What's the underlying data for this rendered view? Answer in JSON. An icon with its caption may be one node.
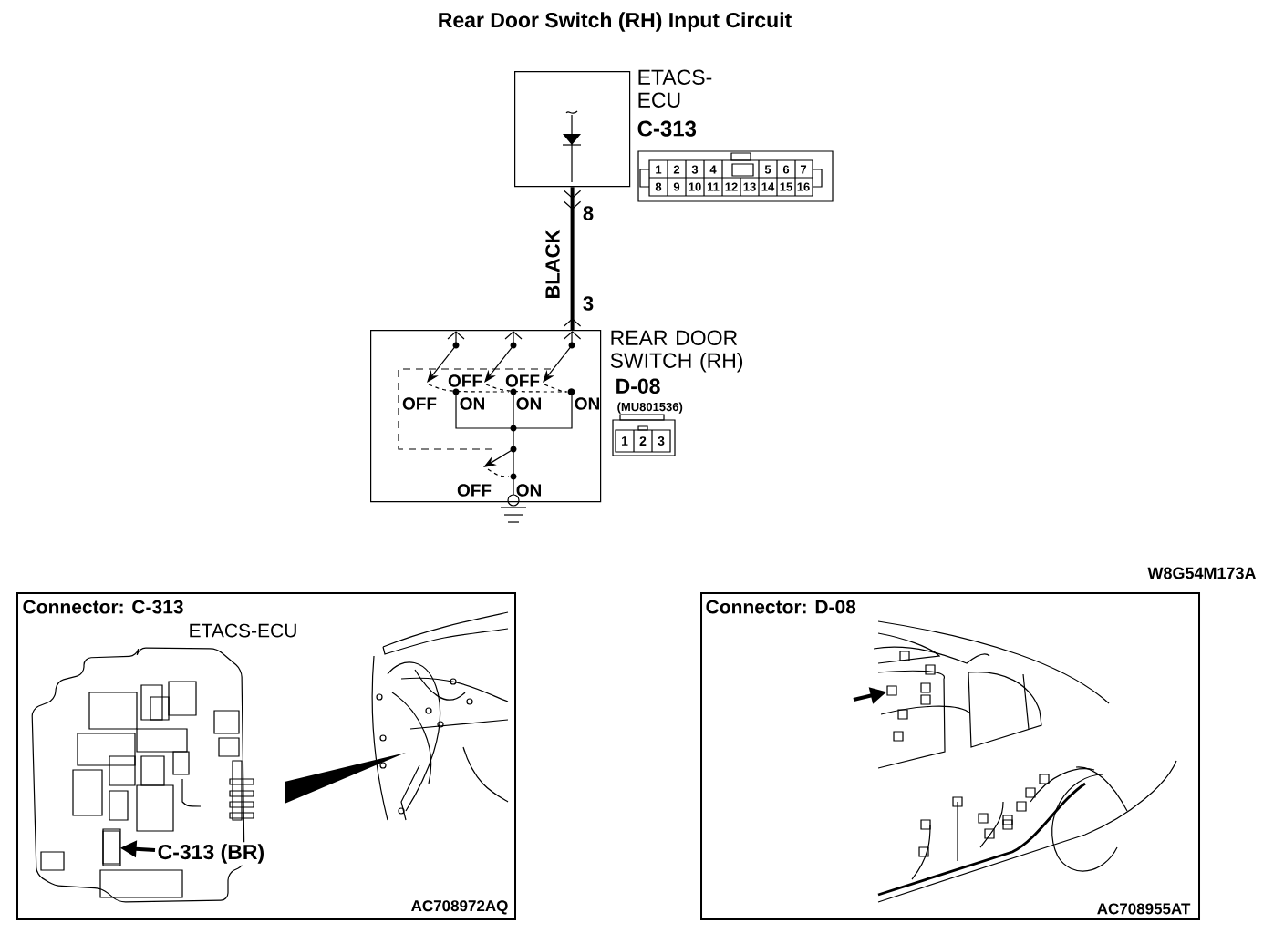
{
  "diagram": {
    "title": "Rear Door Switch (RH) Input Circuit",
    "nodes": [
      {
        "text": [
          "ETACS- ECU",
          "C-313"
        ]
      },
      {
        "text": [
          "REAR DOOR SWITCH (RH)",
          "D-08",
          "(MU801536)"
        ]
      },
      {
        "text": [
          "Connector: C-313",
          "ETACS-ECU",
          "AC708972AQ"
        ]
      },
      {
        "text": [
          "C-313 (BR)"
        ],
        "in": 2
      },
      {
        "text": [],
        "shape": "box",
        "in": 2
      },
      {
        "text": [
          "Connector: D-08",
          "AC708955AT"
        ]
      },
      {
        "text": [],
        "shape": "box",
        "in": 5
      }
    ],
    "edges": [
      {
        "from": 0,
        "to": 1,
        "arrow": "other",
        "label": "BLACK"
      },
      {
        "from": 3,
        "to": 4,
        "arrow": "to"
      },
      {
        "from": null,
        "to": 6,
        "arrow": "to"
      }
    ],
    "labels": [
      "1",
      "2",
      "3",
      "4",
      "5",
      "6",
      "7",
      "8",
      "9",
      "10",
      "11",
      "12",
      "13",
      "14",
      "15",
      "16",
      "8",
      "3",
      "OFF",
      "OFF",
      "OFF",
      "ON",
      "ON",
      "ON",
      "1",
      "2",
      "3",
      "OFF",
      "ON",
      "W8G54M173A"
    ]
  }
}
